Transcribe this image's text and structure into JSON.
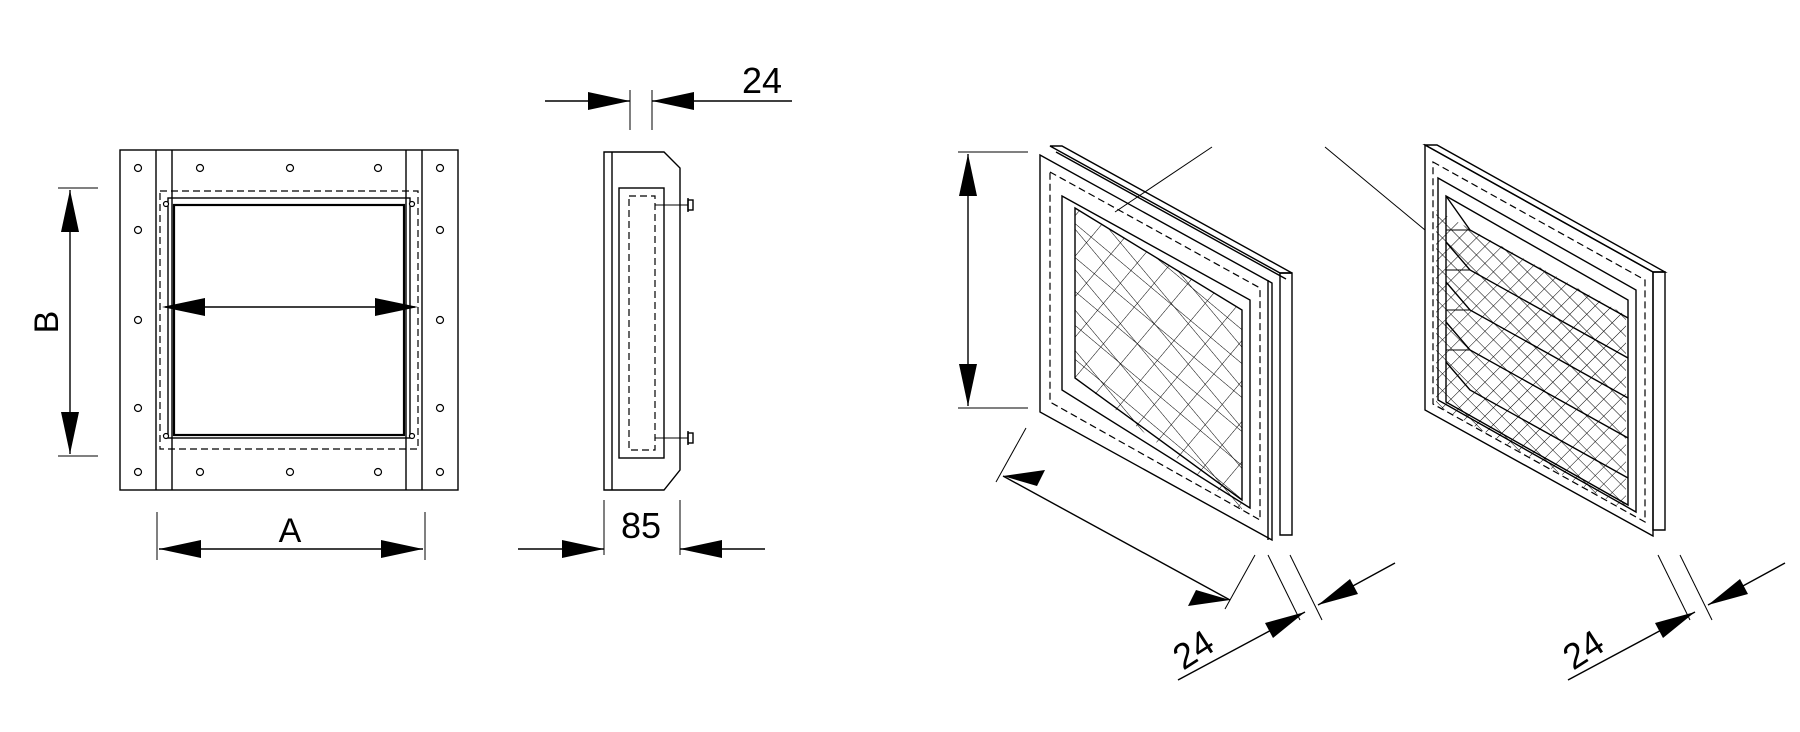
{
  "front_view": {
    "width_label": "A",
    "height_label": "B"
  },
  "side_view": {
    "top_dimension": "24",
    "bottom_dimension": "85"
  },
  "isometric_views": {
    "left_thickness": "24",
    "right_thickness": "24"
  },
  "colors": {
    "line": "#000000",
    "background": "#ffffff"
  }
}
